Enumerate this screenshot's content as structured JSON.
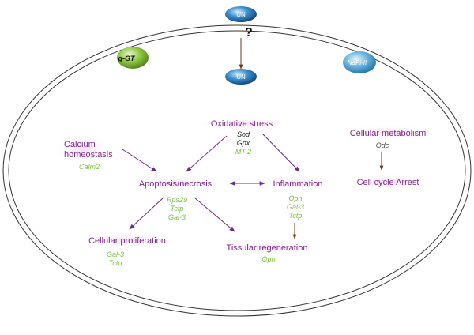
{
  "molecules": {
    "un_top": "UN",
    "un_inside": "UN",
    "question_mark": "?",
    "ggt": "g-GT",
    "napi": "NaPi-II"
  },
  "processes": {
    "oxidative_stress": "Oxidative stress",
    "calcium_line1": "Calcium",
    "calcium_line2": "homeostasis",
    "apoptosis": "Apoptosis/necrosis",
    "inflammation": "Inflammation",
    "cellular_metabolism": "Cellular metabolism",
    "cell_cycle_arrest": "Cell cycle Arrest",
    "cellular_proliferation": "Cellular proliferation",
    "tissular_regeneration": "Tissular regeneration"
  },
  "genes": {
    "oxidative": [
      "Sod",
      "Gpx",
      "MT-2"
    ],
    "calcium": [
      "Calm2"
    ],
    "apoptosis": [
      "Rps29",
      "Tctp",
      "Gal-3"
    ],
    "inflammation": [
      "Opn",
      "Gal-3",
      "Tctp"
    ],
    "metabolism": [
      "Odc"
    ],
    "proliferation": [
      "Gal-3",
      "Tctp"
    ],
    "regeneration": [
      "Opn"
    ]
  },
  "colors": {
    "process_text": "#7b2a8e",
    "gene_green": "#7bc043",
    "arrow_purple": "#6a2a8a",
    "arrow_brown": "#6b3a10",
    "un_blue": "#2a7bbf",
    "ggt_green": "#8cc63f",
    "napi_blue": "#5aa9d6"
  }
}
